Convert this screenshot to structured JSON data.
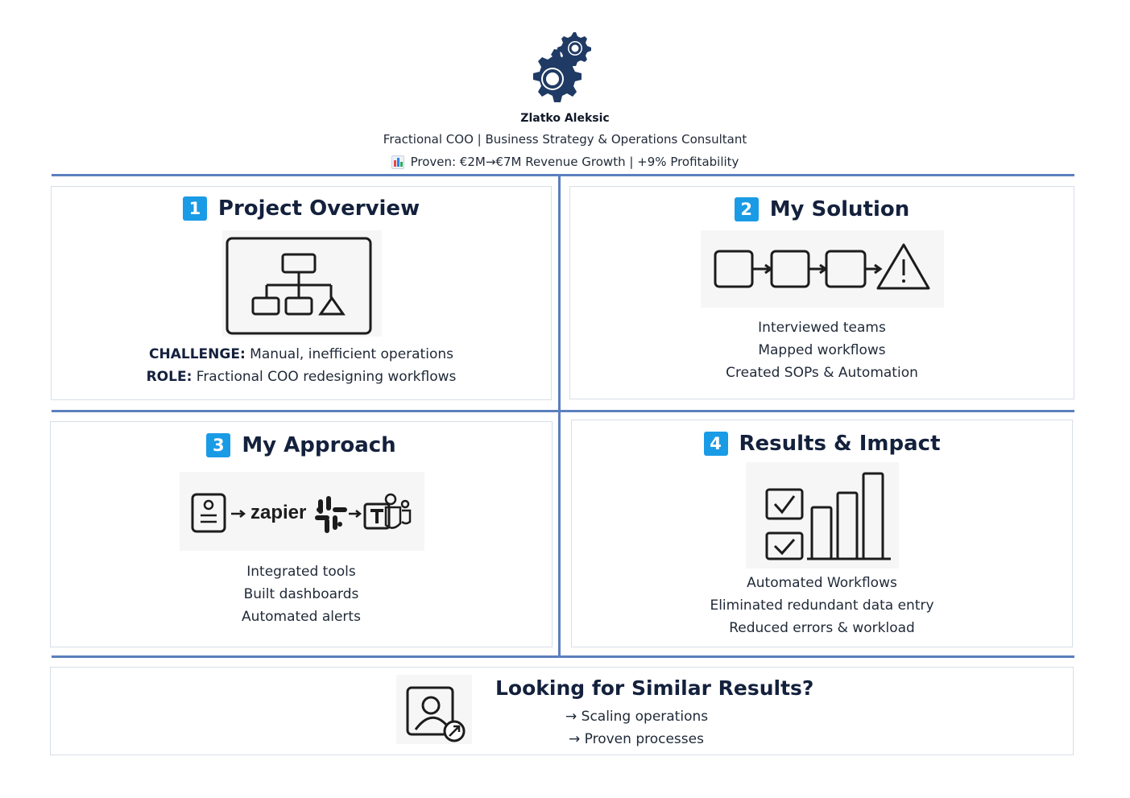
{
  "header": {
    "name": "Zlatko Aleksic",
    "tagline": "Fractional COO | Business Strategy & Operations Consultant",
    "proven": "Proven: €2M→€7M Revenue Growth | +9% Profitability",
    "logo_icon": "gears-icon"
  },
  "sections": [
    {
      "number": "1",
      "title": "Project Overview",
      "illustration": "org-chart-icon",
      "challenge_label": "CHALLENGE:",
      "challenge_text": "Manual, inefficient operations",
      "role_label": "ROLE:",
      "role_text": "Fractional COO redesigning workflows"
    },
    {
      "number": "2",
      "title": "My Solution",
      "illustration": "process-flow-warning-icon",
      "lines": [
        "Interviewed teams",
        "Mapped workflows",
        "Created SOPs & Automation"
      ]
    },
    {
      "number": "3",
      "title": "My Approach",
      "illustration": "tool-integration-icon",
      "tool_label": "zapier",
      "lines": [
        "Integrated tools",
        "Built dashboards",
        "Automated alerts"
      ]
    },
    {
      "number": "4",
      "title": "Results & Impact",
      "illustration": "checklist-bar-chart-icon",
      "lines": [
        "Automated Workflows",
        "Eliminated redundant data entry",
        "Reduced errors & workload"
      ]
    }
  ],
  "cta": {
    "title": "Looking for Similar Results?",
    "items": [
      "Scaling operations",
      "Proven processes"
    ],
    "illustration": "contact-profile-icon"
  },
  "colors": {
    "accent_line": "#5b80bd",
    "badge": "#1a9be6",
    "heading": "#14213d",
    "gear": "#1f3a64"
  }
}
